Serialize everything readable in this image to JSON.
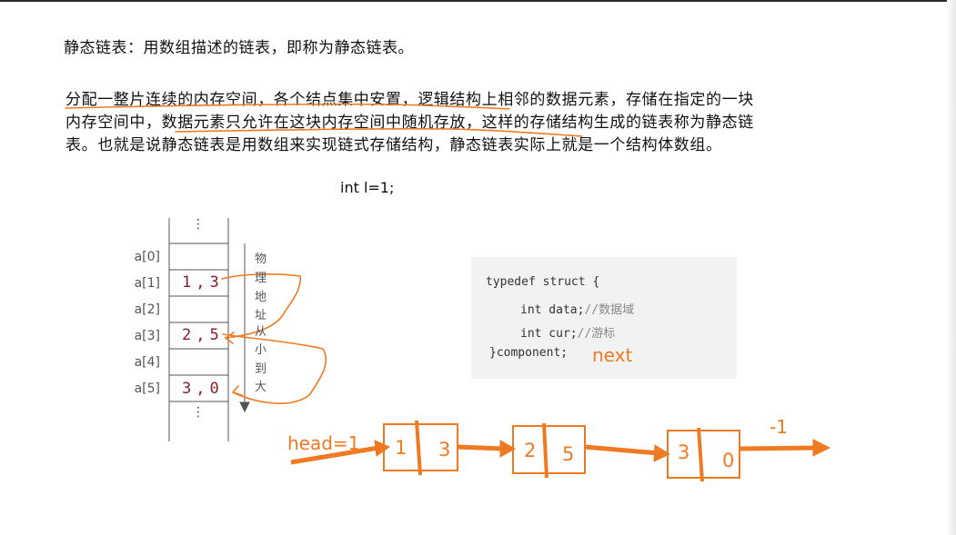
{
  "title": "静态链表：用数组描述的链表，即称为静态链表。",
  "paragraph": [
    "分配一整片连续的内存空间，各个结点集中安置，逻辑结构上相邻的数据元素，存储在指定的一块",
    "内存空间中，数据元素只允许在这块内存空间中随机存放，这样的存储结构生成的链表称为静态链",
    "表。也就是说静态链表是用数组来实现链式存储结构，静态链表实际上就是一个结构体数组。"
  ],
  "code_line": "int l=1;",
  "memory": {
    "labels": [
      "a[0]",
      "a[1]",
      "a[2]",
      "a[3]",
      "a[4]",
      "a[5]"
    ],
    "cells": [
      "",
      "1,3",
      "",
      "2,5",
      "",
      "3,0"
    ],
    "dots": "⋮",
    "direction_text": [
      "物",
      "理",
      "地",
      "址",
      "从",
      "小",
      "到",
      "大"
    ]
  },
  "struct_code": {
    "line1": "typedef struct {",
    "line2_code": "int data;",
    "line2_comment": "//数据域",
    "line3_code": "int cur;",
    "line3_comment": "//游标",
    "line4_code": "}component;"
  },
  "annotations": {
    "next_label": "next",
    "head_label": "head=1",
    "end_label": "-1",
    "nodes": [
      {
        "data": "1",
        "cur": "3"
      },
      {
        "data": "2",
        "cur": "5"
      },
      {
        "data": "3",
        "cur": "0"
      }
    ]
  },
  "colors": {
    "annotation": "#f07a23",
    "cell_text": "#8a1d2e"
  }
}
